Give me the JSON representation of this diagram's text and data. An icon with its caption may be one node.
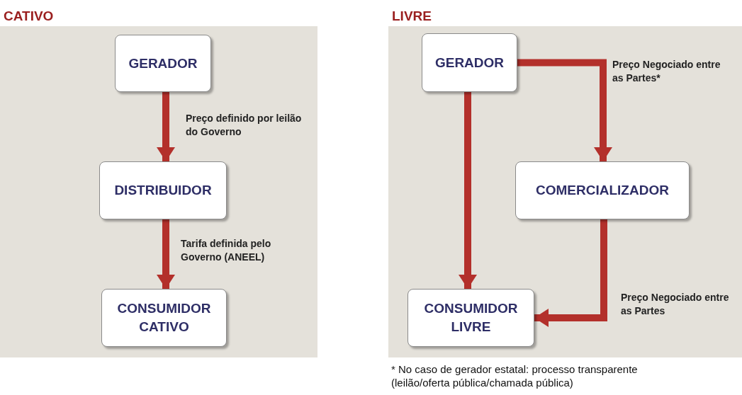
{
  "diagram": {
    "nodes": [
      {
        "text": [
          "CATIVO"
        ]
      },
      {
        "text": [
          "GERADOR"
        ],
        "in": 0
      },
      {
        "text": [
          "DISTRIBUIDOR"
        ],
        "in": 0
      },
      {
        "text": [
          "CONSUMIDOR CATIVO"
        ],
        "in": 0
      },
      {
        "text": [
          "LIVRE"
        ]
      },
      {
        "text": [
          "GERADOR"
        ],
        "in": 4
      },
      {
        "text": [
          "COMERCIALIZADOR"
        ],
        "in": 4
      },
      {
        "text": [
          "CONSUMIDOR LIVRE"
        ],
        "in": 4
      }
    ],
    "edges": [
      {
        "from": 1,
        "to": 2,
        "arrow": "to",
        "label": "Preço definido por leilão do Governo"
      },
      {
        "from": 2,
        "to": 3,
        "arrow": "to",
        "label": "Tarifa definida pelo Governo (ANEEL)"
      },
      {
        "from": 5,
        "to": 6,
        "arrow": "to",
        "label": "Preço Negociado entre as Partes*"
      },
      {
        "from": 5,
        "to": 7,
        "arrow": "to"
      },
      {
        "from": 6,
        "to": 7,
        "arrow": "to",
        "label": "Preço Negociado entre as Partes"
      }
    ],
    "labels": [
      "* No caso de gerador estatal: processo transparente (leilão/oferta pública/chamada pública)"
    ]
  }
}
